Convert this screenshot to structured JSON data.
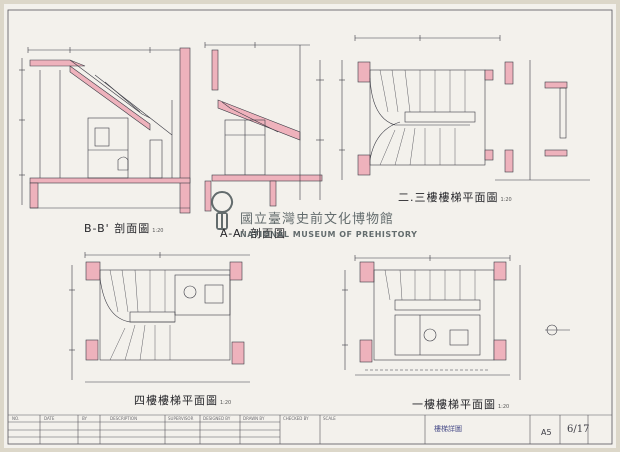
{
  "titles": {
    "section_bb": "B-B' 剖面圖",
    "section_bb_scale": "1:20",
    "section_aa": "A-A' 剖面圖",
    "plan_23f": "二.三樓樓梯平面圖",
    "plan_23f_scale": "1:20",
    "plan_4f": "四樓樓梯平面圖",
    "plan_4f_scale": "1:20",
    "plan_1f": "一樓樓梯平面圖",
    "plan_1f_scale": "1:20"
  },
  "title_block": {
    "headers": [
      "NO.",
      "DATE",
      "BY",
      "DESCRIPTION",
      "SUPERVISOR",
      "DESIGNED BY",
      "DRAWN BY",
      "CHECKED BY",
      "SCALE"
    ],
    "project_name": "樓梯詳圖",
    "scale": "A5",
    "sheet_no": "6/17"
  },
  "watermark": {
    "name_cn": "國立臺灣史前文化博物館",
    "name_en": "NATIONAL MUSEUM OF PREHISTORY"
  },
  "colors": {
    "paper": "#f3f1ec",
    "ink": "#3b3b44",
    "wall_fill": "#eeb2bc",
    "watermark": "#4b5558"
  }
}
